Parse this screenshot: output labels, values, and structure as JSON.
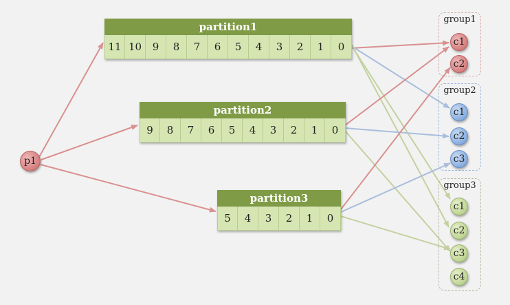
{
  "producer": {
    "label": "p1"
  },
  "partitions": [
    {
      "title": "partition1",
      "cells": [
        "11",
        "10",
        "9",
        "8",
        "7",
        "6",
        "5",
        "4",
        "3",
        "2",
        "1",
        "0"
      ]
    },
    {
      "title": "partition2",
      "cells": [
        "9",
        "8",
        "7",
        "6",
        "5",
        "4",
        "3",
        "2",
        "1",
        "0"
      ]
    },
    {
      "title": "partition3",
      "cells": [
        "5",
        "4",
        "3",
        "2",
        "1",
        "0"
      ]
    }
  ],
  "groups": [
    {
      "label": "group1",
      "consumers": [
        "c1",
        "c2"
      ],
      "color": "red"
    },
    {
      "label": "group2",
      "consumers": [
        "c1",
        "c2",
        "c3"
      ],
      "color": "blue"
    },
    {
      "label": "group3",
      "consumers": [
        "c1",
        "c2",
        "c3",
        "c4"
      ],
      "color": "green"
    }
  ],
  "colors": {
    "header": "#7f9b46",
    "cell": "#d6e6b3",
    "red": "#d98585",
    "blue": "#8fb3e3",
    "green": "#c4d89b",
    "arrow_red": "#d9908f",
    "arrow_blue": "#a9bedd",
    "arrow_green": "#c3d19f"
  }
}
